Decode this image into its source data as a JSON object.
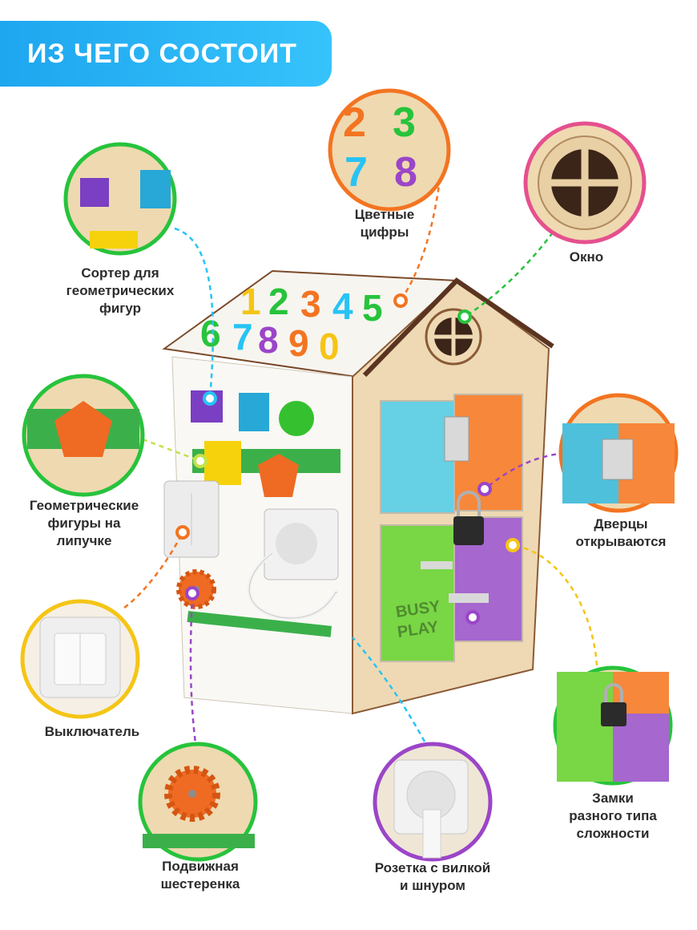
{
  "header": {
    "title": "ИЗ ЧЕГО СОСТОИТ",
    "color": "#1ea6ef"
  },
  "features": [
    {
      "id": "sorter",
      "lines": [
        "Сортер для",
        "геометрических",
        "фигур"
      ],
      "ring_color": "#27c33c",
      "dot_color": "#27c3f5"
    },
    {
      "id": "digits",
      "lines": [
        "Цветные",
        "цифры"
      ],
      "ring_color": "#f37421",
      "dot_color": "#f37421"
    },
    {
      "id": "window",
      "lines": [
        "Окно"
      ],
      "ring_color": "#e5508e",
      "dot_color": "#27c33c"
    },
    {
      "id": "velcro-shapes",
      "lines": [
        "Геометрические",
        "фигуры на",
        "липучке"
      ],
      "ring_color": "#27c33c",
      "dot_color": "#c3e24a"
    },
    {
      "id": "doors",
      "lines": [
        "Дверцы",
        "открываются"
      ],
      "ring_color": "#f37421",
      "dot_color": "#9b45c8"
    },
    {
      "id": "switch",
      "lines": [
        "Выключатель"
      ],
      "ring_color": "#f5c516",
      "dot_color": "#f37421"
    },
    {
      "id": "locks",
      "lines": [
        "Замки",
        "разного типа",
        "сложности"
      ],
      "ring_color": "#27c33c",
      "dot_color": "#f5c516"
    },
    {
      "id": "gear",
      "lines": [
        "Подвижная",
        "шестеренка"
      ],
      "ring_color": "#27c33c",
      "dot_color": "#9b45c8"
    },
    {
      "id": "socket",
      "lines": [
        "Розетка с вилкой",
        "и шнуром"
      ],
      "ring_color": "#9b45c8",
      "dot_color": "#27c3f5"
    }
  ],
  "product": {
    "roof_digits": "1 2 3 4 5 6 7 8 9 0",
    "panel_text": [
      "BUSY",
      "PLAY"
    ]
  }
}
